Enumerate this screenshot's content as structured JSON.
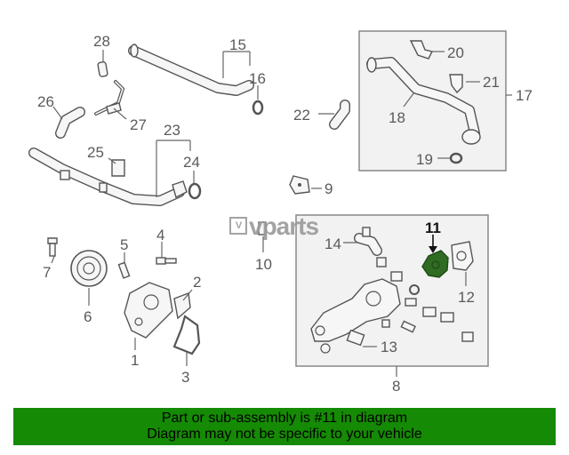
{
  "watermark": {
    "brand": "vparts",
    "logo_letter": "V"
  },
  "banner": {
    "line1": "Part or sub-assembly is #11 in diagram",
    "line2": "Diagram may not be specific to your vehicle",
    "color": "#158a04"
  },
  "highlight_color": "#2f6b22",
  "callouts": {
    "c1": "1",
    "c2": "2",
    "c3": "3",
    "c4": "4",
    "c5": "5",
    "c6": "6",
    "c7": "7",
    "c8": "8",
    "c9": "9",
    "c10": "10",
    "c11": "11",
    "c12": "12",
    "c13": "13",
    "c14": "14",
    "c15": "15",
    "c16": "16",
    "c17": "17",
    "c18": "18",
    "c19": "19",
    "c20": "20",
    "c21": "21",
    "c22": "22",
    "c23": "23",
    "c24": "24",
    "c25": "25",
    "c26": "26",
    "c27": "27",
    "c28": "28"
  }
}
